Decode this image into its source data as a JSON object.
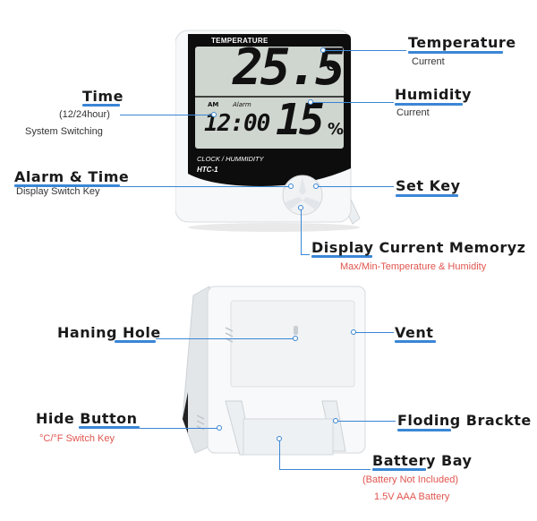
{
  "device": {
    "screen_header": "TEMPERATURE",
    "temperature_reading": "25.5",
    "temperature_unit": "°C",
    "am_indicator": "AM",
    "alarm_indicator": "Alarm",
    "time_reading": "12:00",
    "humidity_reading": "15",
    "humidity_unit": "%",
    "footer_line1": "CLOCK / HUMMIDITY",
    "footer_line2": "HTC-1"
  },
  "labels": {
    "temperature": {
      "title": "Temperature",
      "sub": "Current"
    },
    "humidity": {
      "title": "Humidity",
      "sub": "Current"
    },
    "time": {
      "title": "Time",
      "sub1": "(12/24hour)",
      "sub2": "System Switching"
    },
    "alarm": {
      "title": "Alarm & Time",
      "sub": "Display Switch Key"
    },
    "set_key": {
      "title": "Set Key"
    },
    "memory": {
      "title": "Display Current Memoryz",
      "sub": "Max/Min-Temperature & Humidity"
    },
    "hanging_hole": {
      "title": "Haning Hole"
    },
    "vent": {
      "title": "Vent"
    },
    "hide_button": {
      "title": "Hide Button",
      "sub": "°C/°F Switch Key"
    },
    "folding_bracket": {
      "title": "Floding Brackte"
    },
    "battery_bay": {
      "title": "Battery Bay",
      "sub1": "(Battery Not Included)",
      "sub2": "1.5V AAA Battery"
    }
  },
  "colors": {
    "accent": "#3a86d6",
    "note": "#e0554e",
    "lcd": "#cfd5cf",
    "bezel": "#0d0d0d"
  }
}
